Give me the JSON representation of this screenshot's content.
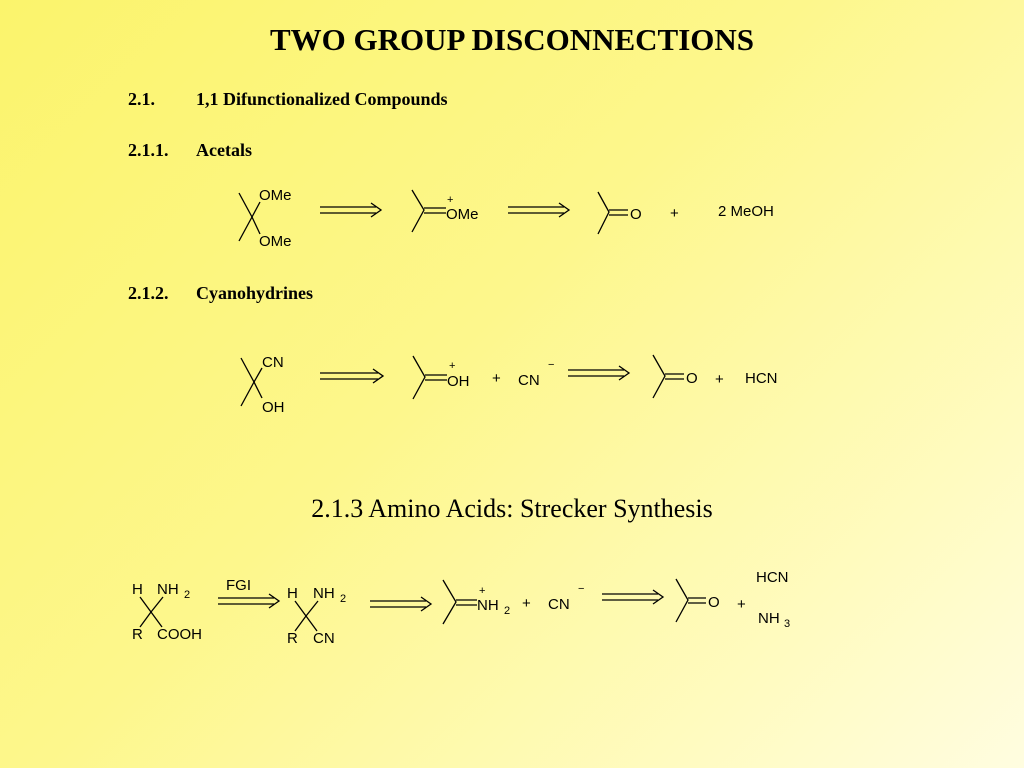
{
  "title": "TWO GROUP DISCONNECTIONS",
  "sections": {
    "s1": {
      "number": "2.1.",
      "label": "1,1 Difunctionalized Compounds"
    },
    "s1_1": {
      "number": "2.1.1.",
      "label": "Acetals"
    },
    "s1_2": {
      "number": "2.1.2.",
      "label": "Cyanohydrines"
    },
    "s3": {
      "label": "2.1.3 Amino Acids: Strecker Synthesis"
    }
  },
  "scheme_acetal": {
    "sub_top": "OMe",
    "sub_bottom": "OMe",
    "oxocarbenium_charge": "+",
    "oxocarbenium_group": "OMe",
    "carbonyl_atom": "O",
    "plus": "+",
    "byproduct": "2 MeOH"
  },
  "scheme_cyanohydrin": {
    "sub_top": "CN",
    "sub_bottom": "OH",
    "cation_charge": "+",
    "cation_group": "OH",
    "plus1": "+",
    "anion": "CN",
    "anion_charge": "−",
    "carbonyl_atom": "O",
    "plus2": "+",
    "reagent": "HCN"
  },
  "scheme_strecker": {
    "aa_h": "H",
    "aa_nh": "NH",
    "aa_sub2": "2",
    "aa_r": "R",
    "aa_cooh": "COOH",
    "fgi": "FGI",
    "nitrile_h": "H",
    "nitrile_nh": "NH",
    "nitrile_sub2": "2",
    "nitrile_r": "R",
    "nitrile_cn": "CN",
    "iminium_charge": "+",
    "iminium_nh": "NH",
    "iminium_sub2": "2",
    "plus1": "+",
    "anion": "CN",
    "anion_charge": "−",
    "carbonyl_atom": "O",
    "plus2": "+",
    "reagent_top": "HCN",
    "reagent_nh": "NH",
    "reagent_sub3": "3"
  }
}
